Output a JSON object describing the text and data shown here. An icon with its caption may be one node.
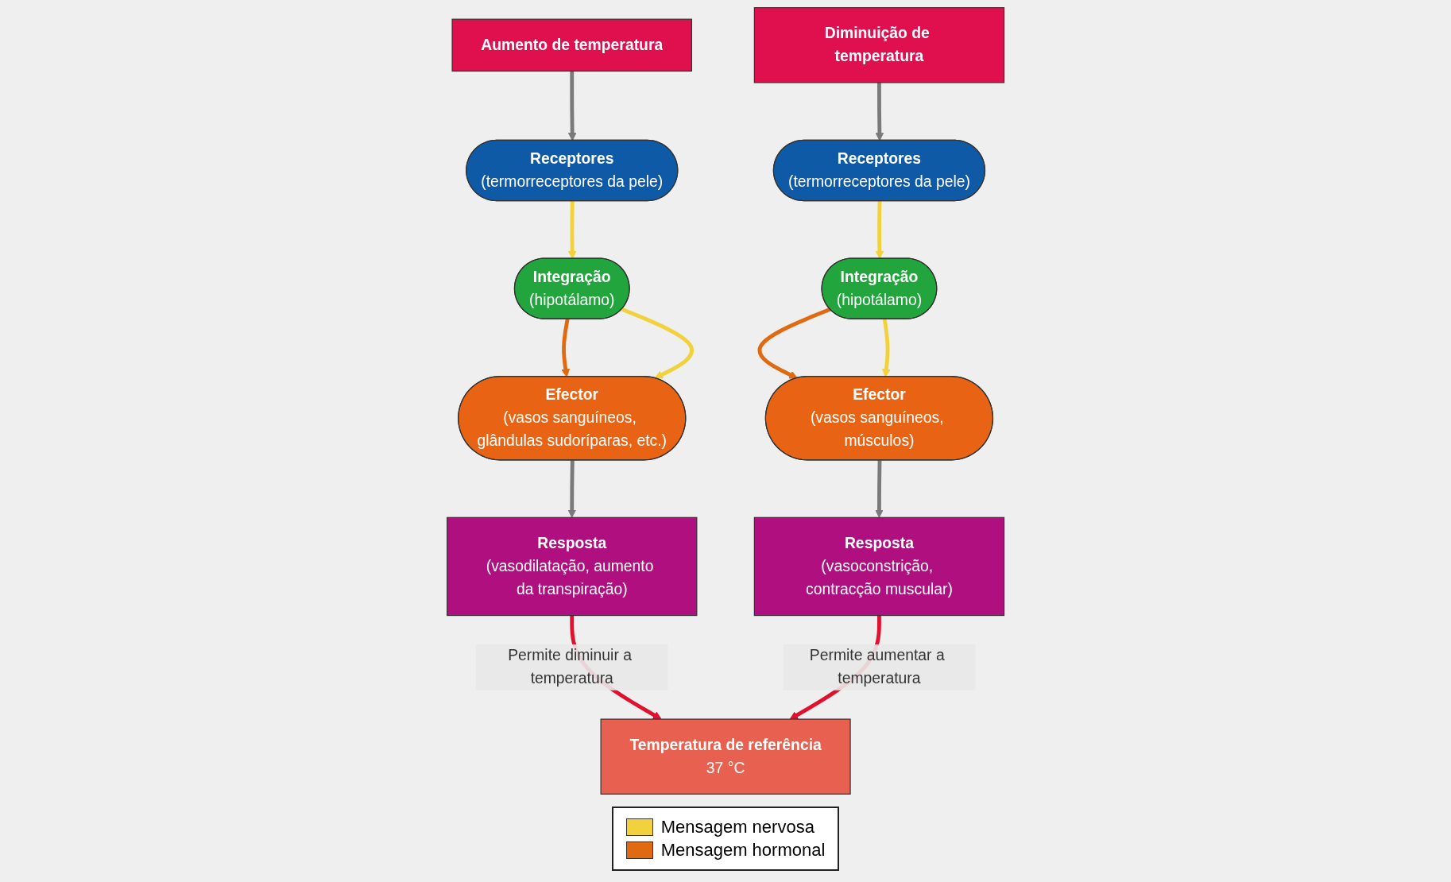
{
  "diagram": {
    "nodes": [
      {
        "text": [
          "Aumento de temperatura"
        ]
      },
      {
        "text": [
          "Receptores",
          "(termorreceptores da pele)"
        ]
      },
      {
        "text": [
          "Integração",
          "(hipotálamo)"
        ]
      },
      {
        "text": [
          "Efector",
          "(vasos sanguíneos, glândulas sudoríparas, etc.)"
        ]
      },
      {
        "text": [
          "Resposta",
          "(vasodilatação, aumento da transpiração)"
        ]
      },
      {
        "text": [
          "Temperatura de referência",
          "37 °C"
        ]
      },
      {
        "text": [
          "Diminuição de temperatura"
        ]
      },
      {
        "text": [
          "Receptores",
          "(termorreceptores da pele)"
        ]
      },
      {
        "text": [
          "Integração",
          "(hipotálamo)"
        ]
      },
      {
        "text": [
          "Efector",
          "(vasos sanguíneos, músculos)"
        ]
      },
      {
        "text": [
          "Resposta",
          "(vasoconstrição, contracção muscular)"
        ]
      }
    ],
    "edges": [
      {
        "from": 0,
        "to": 1,
        "arrow": "to",
        "color": "#7a7a7a"
      },
      {
        "from": 1,
        "to": 2,
        "arrow": "to",
        "color": "#f2d23c"
      },
      {
        "from": 2,
        "to": 3,
        "arrow": "to",
        "color": "#e06a12"
      },
      {
        "from": 2,
        "to": 3,
        "arrow": "to",
        "color": "#f2d23c"
      },
      {
        "from": 3,
        "to": 4,
        "arrow": "to",
        "color": "#7a7a7a"
      },
      {
        "from": 4,
        "to": 5,
        "arrow": "to",
        "label": "Permite diminuir a temperatura",
        "color": "#e0102e"
      },
      {
        "from": 6,
        "to": 7,
        "arrow": "to",
        "color": "#7a7a7a"
      },
      {
        "from": 7,
        "to": 8,
        "arrow": "to",
        "color": "#f2d23c"
      },
      {
        "from": 8,
        "to": 9,
        "arrow": "to",
        "color": "#e06a12"
      },
      {
        "from": 8,
        "to": 9,
        "arrow": "to",
        "color": "#f2d23c"
      },
      {
        "from": 9,
        "to": 10,
        "arrow": "to",
        "color": "#7a7a7a"
      },
      {
        "from": 10,
        "to": 5,
        "arrow": "to",
        "label": "Permite aumentar a temperatura",
        "color": "#e0102e"
      }
    ],
    "legend": [
      {
        "text": "Mensagem nervosa",
        "color": "#f2d23c"
      },
      {
        "text": "Mensagem hormonal",
        "color": "#e06a12"
      }
    ]
  }
}
